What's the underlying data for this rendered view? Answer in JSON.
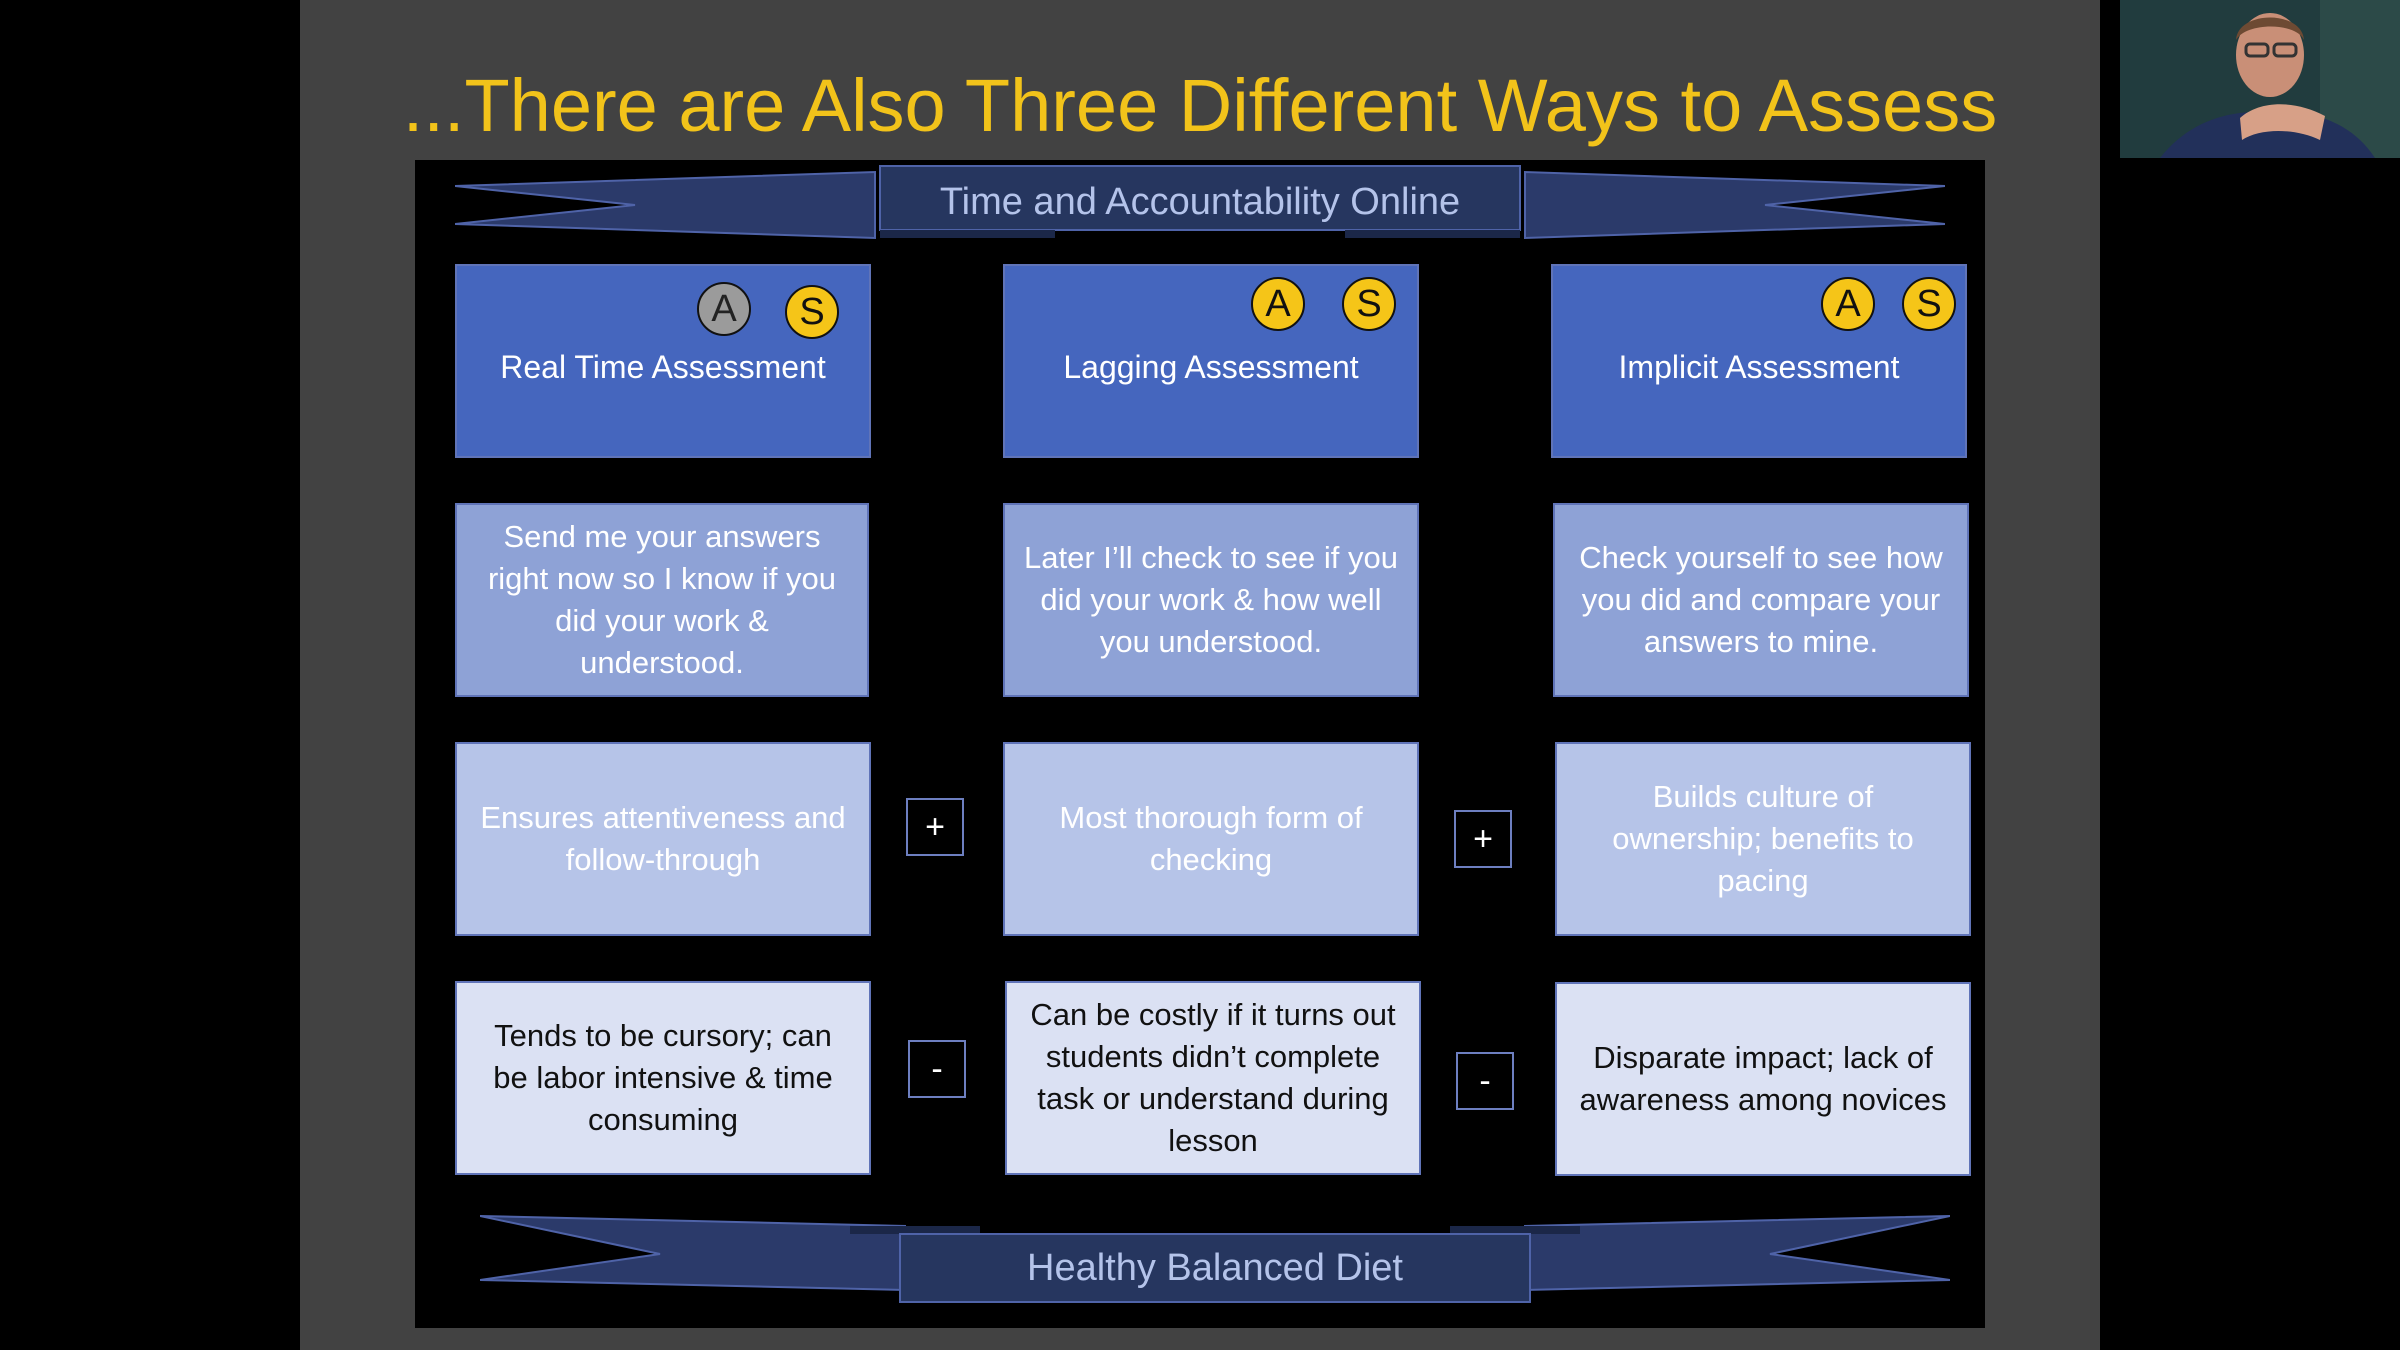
{
  "slide": {
    "title": "...There are Also Three Different Ways to Assess",
    "top_banner": "Time and Accountability Online",
    "bottom_banner": "Healthy Balanced Diet"
  },
  "columns": [
    {
      "heading": "Real Time Assessment",
      "badges": [
        {
          "letter": "A",
          "color": "gray"
        },
        {
          "letter": "S",
          "color": "yellow"
        }
      ],
      "description": "Send me your answers right now so I know if you did your work & understood.",
      "pro": "Ensures attentiveness and follow-through",
      "con": "Tends to be cursory; can be labor intensive & time consuming"
    },
    {
      "heading": "Lagging Assessment",
      "badges": [
        {
          "letter": "A",
          "color": "yellow"
        },
        {
          "letter": "S",
          "color": "yellow"
        }
      ],
      "description": "Later I’ll check to see if you did your work & how well you understood.",
      "pro": "Most thorough form of checking",
      "con": "Can be costly if it turns out students didn’t complete task or understand during lesson"
    },
    {
      "heading": "Implicit Assessment",
      "badges": [
        {
          "letter": "A",
          "color": "yellow"
        },
        {
          "letter": "S",
          "color": "yellow"
        }
      ],
      "description": "Check yourself to see how you did and compare your answers to mine.",
      "pro": "Builds culture of ownership; benefits to pacing",
      "con": "Disparate impact; lack of awareness among novices"
    }
  ],
  "signs": {
    "plus": "+",
    "minus": "-"
  },
  "colors": {
    "title": "#f2c31a",
    "badge_yellow": "#f5c518",
    "badge_gray": "#9b9b9b",
    "heading_box": "#4566be",
    "description_box": "#8ea2d6",
    "pro_box": "#b6c4e8",
    "con_box": "#dbe1f3"
  },
  "webcam": {
    "icon": "person-video-thumbnail"
  }
}
